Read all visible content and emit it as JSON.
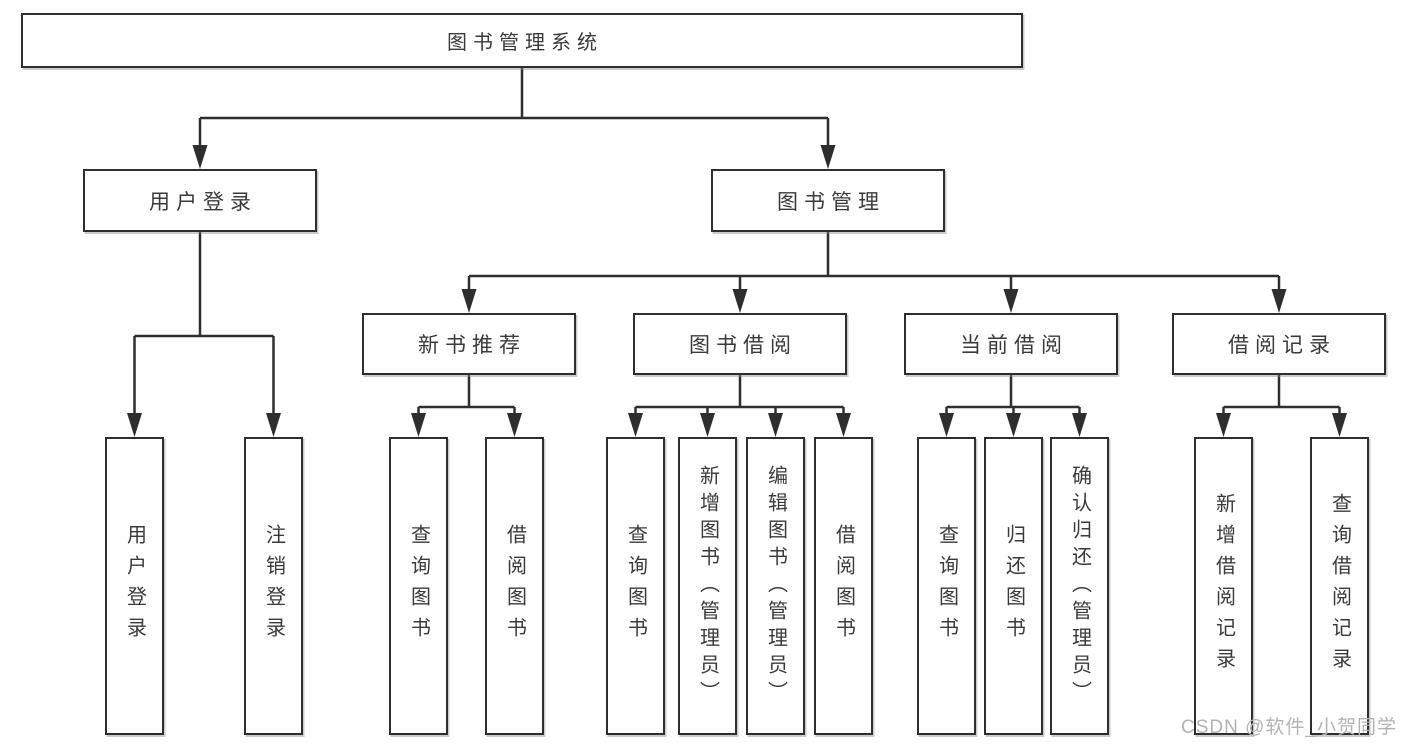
{
  "title": "图书管理系统",
  "branches": [
    {
      "label": "用户登录",
      "leaves": [
        "用户登录",
        "注销登录"
      ]
    },
    {
      "label": "图书管理",
      "sections": [
        {
          "label": "新书推荐",
          "leaves": [
            "查询图书",
            "借阅图书"
          ]
        },
        {
          "label": "图书借阅",
          "leaves": [
            "查询图书",
            "新增图书（管理员）",
            "编辑图书（管理员）",
            "借阅图书"
          ]
        },
        {
          "label": "当前借阅",
          "leaves": [
            "查询图书",
            "归还图书",
            "确认归还（管理员）"
          ]
        },
        {
          "label": "借阅记录",
          "leaves": [
            "新增借阅记录",
            "查询借阅记录"
          ]
        }
      ]
    }
  ],
  "watermark": "CSDN @软件_小贺同学",
  "colors": {
    "background": "#ffffff",
    "line": "#2e2e2e",
    "box_border": "#2e2e2e",
    "text": "#3a3a3a",
    "watermark": "#b3b3b3"
  }
}
